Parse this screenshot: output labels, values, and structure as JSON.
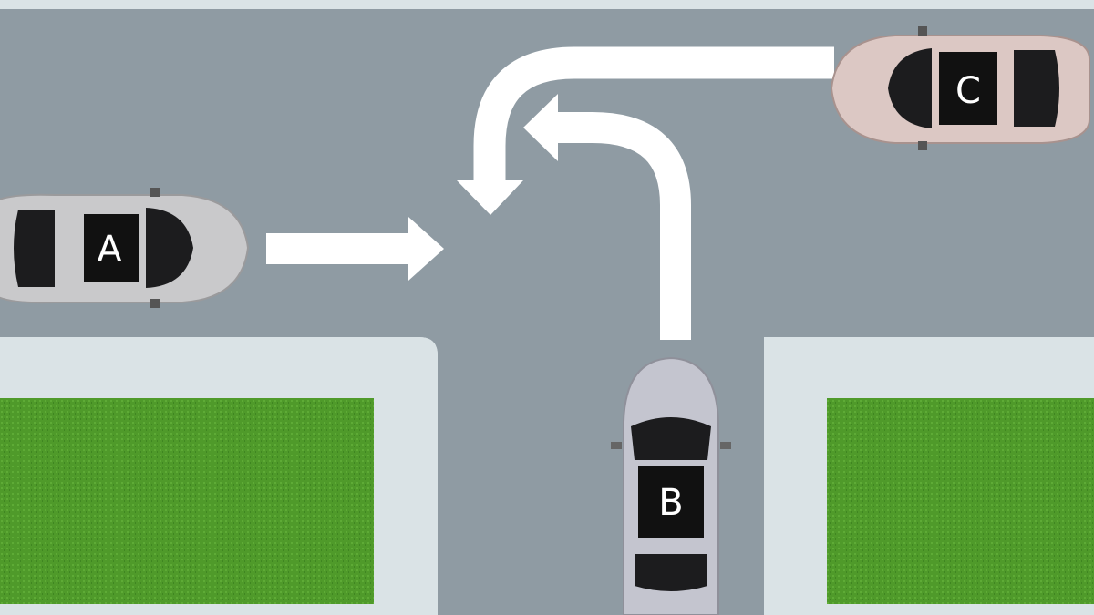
{
  "scene": {
    "colors": {
      "road": "#8f9ba3",
      "sidewalk": "#dae3e6",
      "grass": "#4f9a2a",
      "arrow": "#ffffff"
    },
    "cars": [
      {
        "label": "A",
        "direction": "east",
        "color": "#c9c9cb"
      },
      {
        "label": "B",
        "direction": "north",
        "color": "#c4c5cf"
      },
      {
        "label": "C",
        "direction": "west",
        "color": "#dcc8c4"
      }
    ]
  }
}
